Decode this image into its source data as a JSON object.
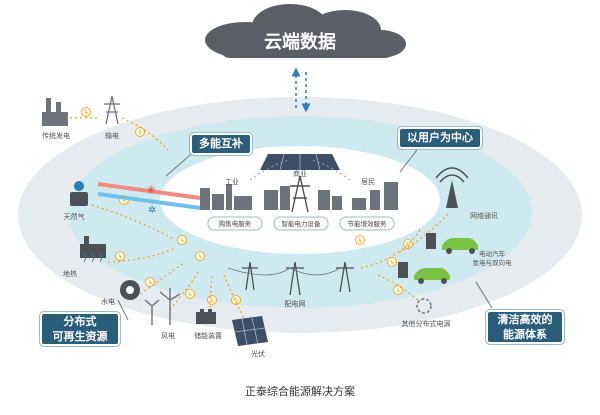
{
  "cloud": {
    "label": "云端数据"
  },
  "callouts": {
    "multi_energy": "多能互补",
    "user_center": "以用户为中心",
    "distributed": "分布式\n可再生资源",
    "clean_energy": "清洁高效的\n能源体系"
  },
  "sectors": {
    "industry": "工业",
    "commerce": "商业",
    "residential": "居民"
  },
  "services": {
    "sales": "购售电服务",
    "smart_equipment": "智能电力设备",
    "energy_saving": "节能增效服务"
  },
  "labels": {
    "thermal_power": "传统发电",
    "transmission": "输电",
    "natural_gas": "天然气",
    "geothermal": "地热",
    "hydro": "水电",
    "wind": "风电",
    "storage": "储能装置",
    "solar": "光伏",
    "distribution_grid": "配电网",
    "network_comm": "网络通讯",
    "ev": "电动汽车\n氢电与双向电",
    "other_distributed": "其他分布式电源"
  },
  "caption": "正泰综合能源解决方案",
  "colors": {
    "outer_ring": "#e6ebef",
    "middle_ring": "#cfe9f0",
    "inner_ring": "#ffffff",
    "callout": "#2a5d7a",
    "cloud": "#5a5f66",
    "lightning": "#f0a21a",
    "ev_green": "#7bc142"
  },
  "icons": [
    "cloud-icon",
    "factory-icon",
    "pylon-icon",
    "gas-icon",
    "geothermal-icon",
    "hydro-icon",
    "wind-turbine-icon",
    "battery-icon",
    "solar-panel-icon",
    "antenna-icon",
    "ev-car-icon",
    "charging-station-icon",
    "lightning-icon"
  ]
}
